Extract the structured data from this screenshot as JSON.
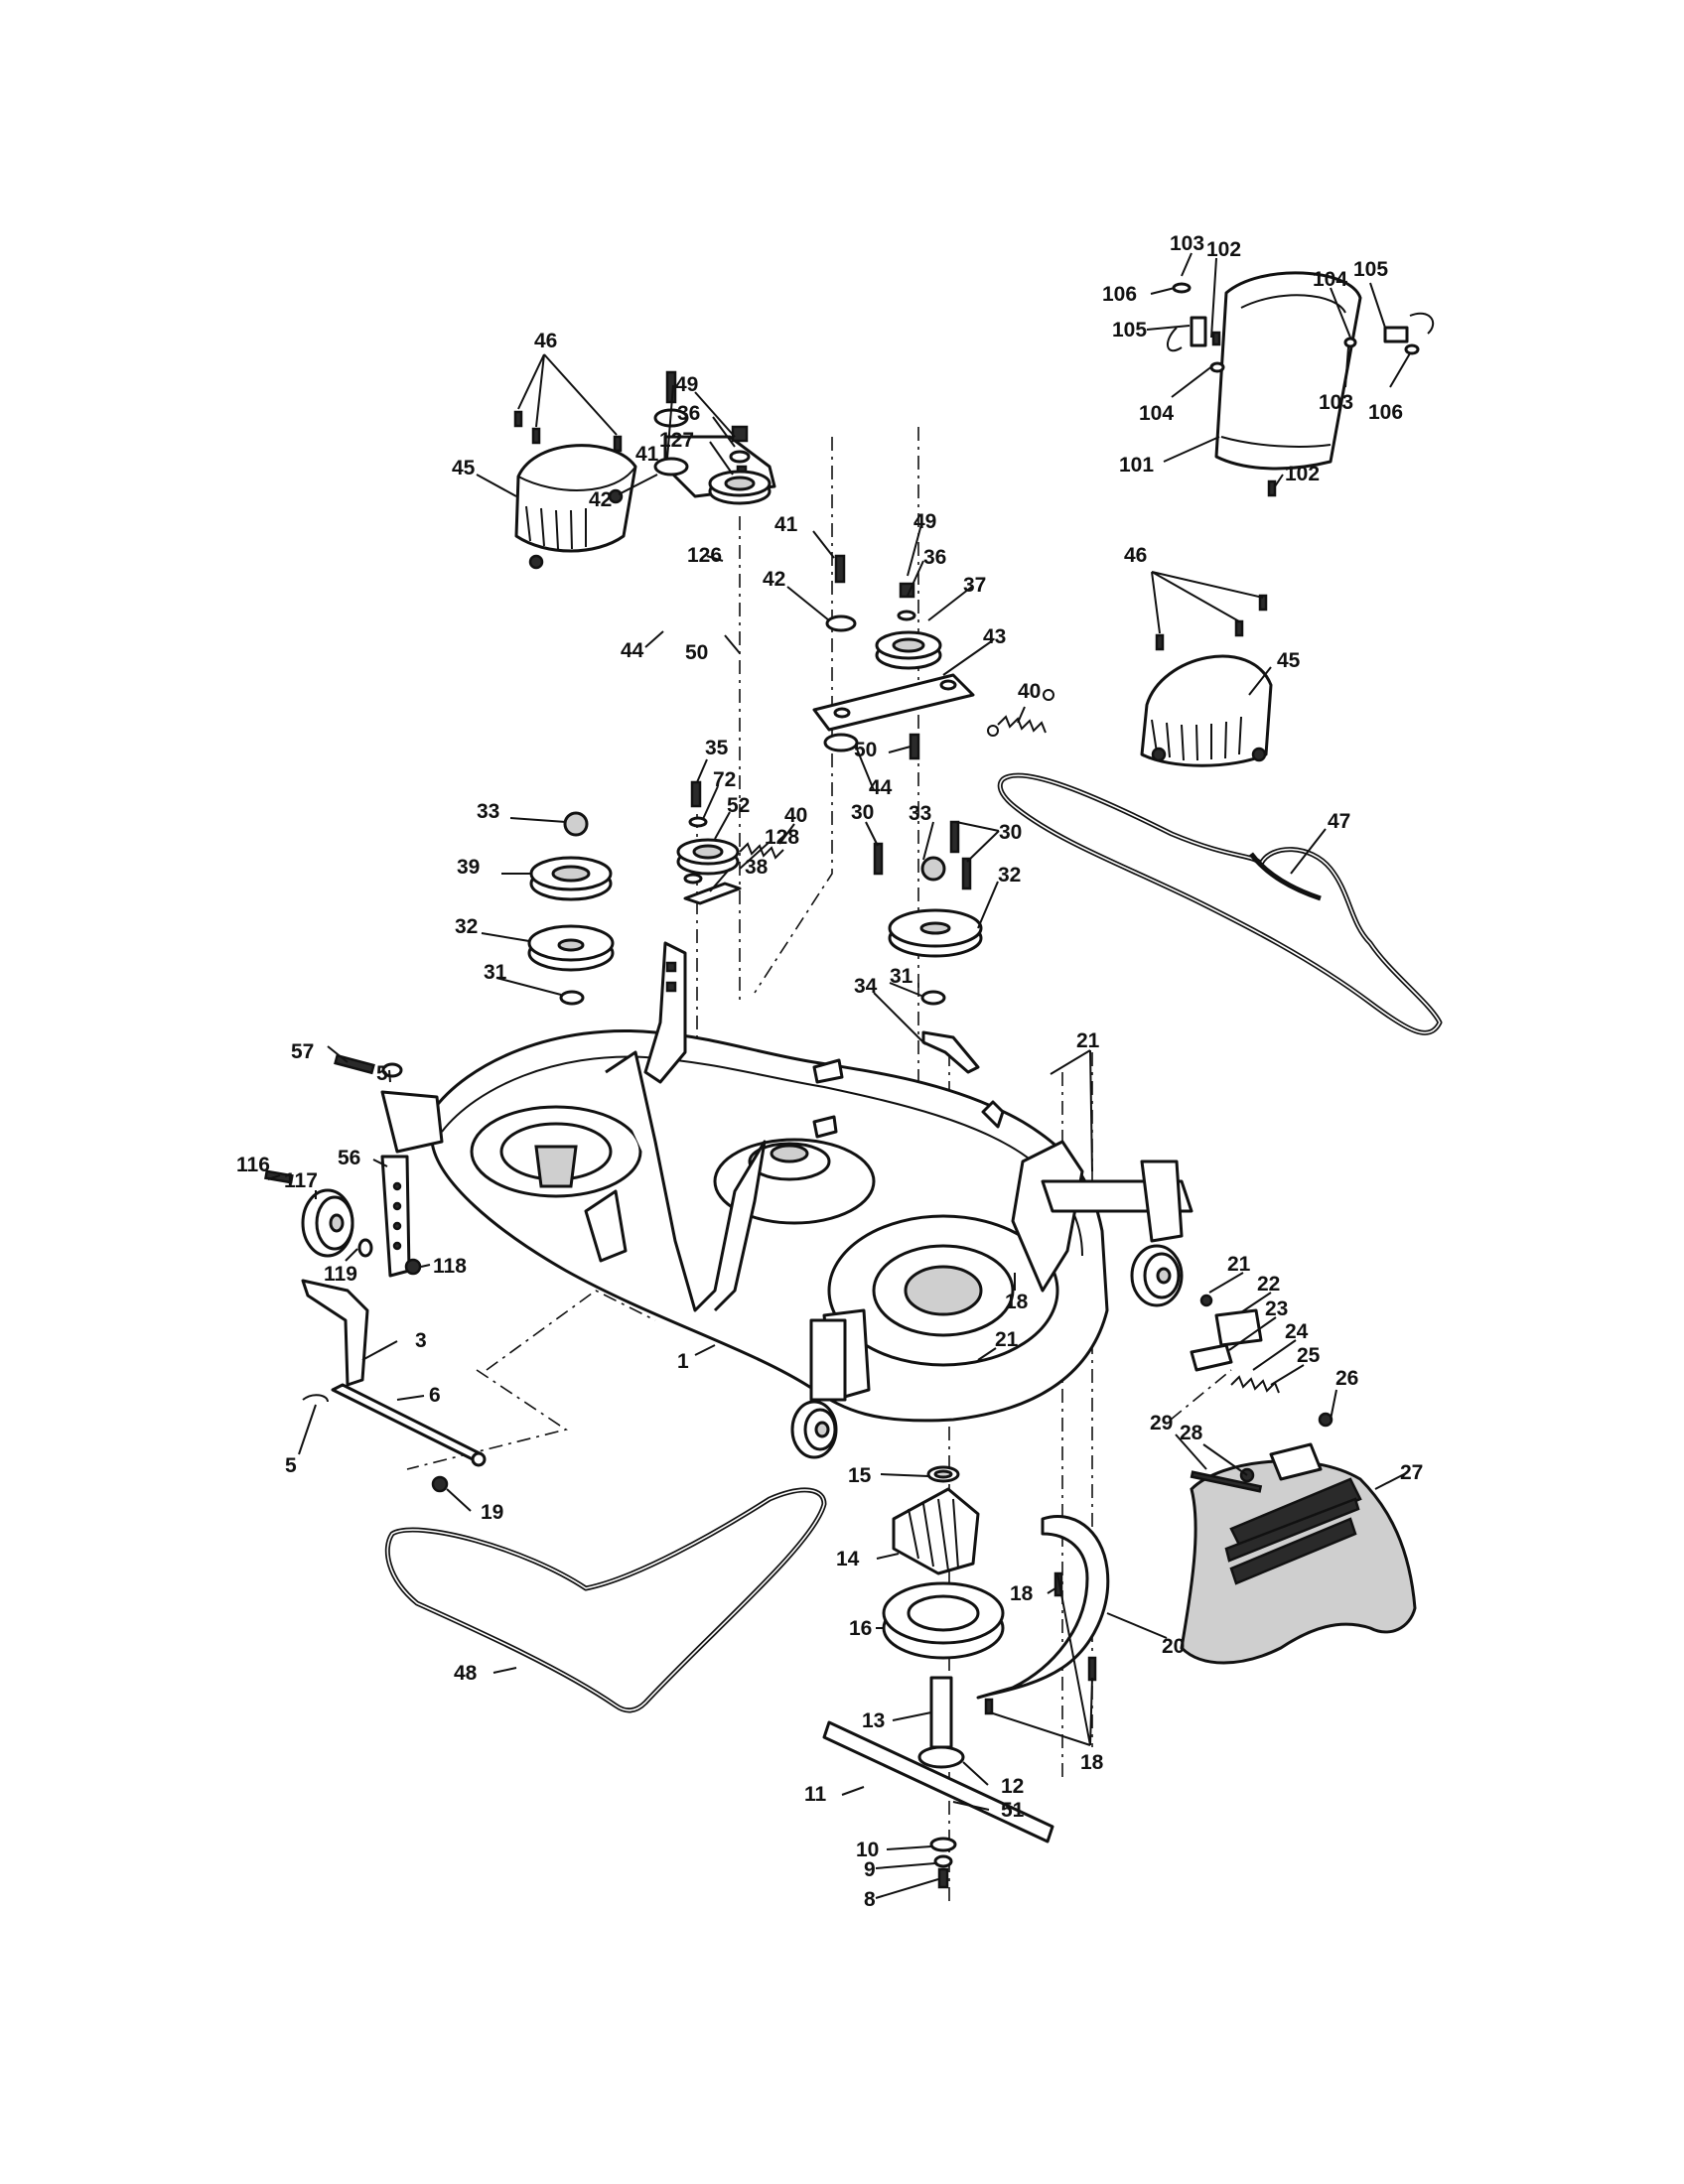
{
  "callouts": [
    {
      "id": "c-46a",
      "text": "46"
    },
    {
      "id": "c-45a",
      "text": "45"
    },
    {
      "id": "c-41a",
      "text": "41"
    },
    {
      "id": "c-42a",
      "text": "42"
    },
    {
      "id": "c-44a",
      "text": "44"
    },
    {
      "id": "c-126",
      "text": "126"
    },
    {
      "id": "c-50a",
      "text": "50"
    },
    {
      "id": "c-49a",
      "text": "49"
    },
    {
      "id": "c-36a",
      "text": "36"
    },
    {
      "id": "c-127",
      "text": "127"
    },
    {
      "id": "c-41b",
      "text": "41"
    },
    {
      "id": "c-42b",
      "text": "42"
    },
    {
      "id": "c-49b",
      "text": "49"
    },
    {
      "id": "c-36b",
      "text": "36"
    },
    {
      "id": "c-37",
      "text": "37"
    },
    {
      "id": "c-43",
      "text": "43"
    },
    {
      "id": "c-40a",
      "text": "40"
    },
    {
      "id": "c-50b",
      "text": "50"
    },
    {
      "id": "c-44b",
      "text": "44"
    },
    {
      "id": "c-35",
      "text": "35"
    },
    {
      "id": "c-72",
      "text": "72"
    },
    {
      "id": "c-52",
      "text": "52"
    },
    {
      "id": "c-40b",
      "text": "40"
    },
    {
      "id": "c-128",
      "text": "128"
    },
    {
      "id": "c-38",
      "text": "38"
    },
    {
      "id": "c-33a",
      "text": "33"
    },
    {
      "id": "c-39",
      "text": "39"
    },
    {
      "id": "c-32a",
      "text": "32"
    },
    {
      "id": "c-31a",
      "text": "31"
    },
    {
      "id": "c-30a",
      "text": "30"
    },
    {
      "id": "c-33b",
      "text": "33"
    },
    {
      "id": "c-30b",
      "text": "30"
    },
    {
      "id": "c-32b",
      "text": "32"
    },
    {
      "id": "c-31b",
      "text": "31"
    },
    {
      "id": "c-34",
      "text": "34"
    },
    {
      "id": "c-103a",
      "text": "103"
    },
    {
      "id": "c-102a",
      "text": "102"
    },
    {
      "id": "c-106a",
      "text": "106"
    },
    {
      "id": "c-105a",
      "text": "105"
    },
    {
      "id": "c-104a",
      "text": "104"
    },
    {
      "id": "c-104b",
      "text": "104"
    },
    {
      "id": "c-105b",
      "text": "105"
    },
    {
      "id": "c-103b",
      "text": "103"
    },
    {
      "id": "c-106b",
      "text": "106"
    },
    {
      "id": "c-101",
      "text": "101"
    },
    {
      "id": "c-102b",
      "text": "102"
    },
    {
      "id": "c-46b",
      "text": "46"
    },
    {
      "id": "c-45b",
      "text": "45"
    },
    {
      "id": "c-47",
      "text": "47"
    },
    {
      "id": "c-5a",
      "text": "5"
    },
    {
      "id": "c-57",
      "text": "57"
    },
    {
      "id": "c-21a",
      "text": "21"
    },
    {
      "id": "c-116",
      "text": "116"
    },
    {
      "id": "c-117",
      "text": "117"
    },
    {
      "id": "c-56",
      "text": "56"
    },
    {
      "id": "c-119",
      "text": "119"
    },
    {
      "id": "c-118",
      "text": "118"
    },
    {
      "id": "c-18a",
      "text": "18"
    },
    {
      "id": "c-21b",
      "text": "21"
    },
    {
      "id": "c-22",
      "text": "22"
    },
    {
      "id": "c-23",
      "text": "23"
    },
    {
      "id": "c-24",
      "text": "24"
    },
    {
      "id": "c-25",
      "text": "25"
    },
    {
      "id": "c-21c",
      "text": "21"
    },
    {
      "id": "c-1",
      "text": "1"
    },
    {
      "id": "c-3",
      "text": "3"
    },
    {
      "id": "c-6",
      "text": "6"
    },
    {
      "id": "c-5b",
      "text": "5"
    },
    {
      "id": "c-19",
      "text": "19"
    },
    {
      "id": "c-26",
      "text": "26"
    },
    {
      "id": "c-28",
      "text": "28"
    },
    {
      "id": "c-29",
      "text": "29"
    },
    {
      "id": "c-27",
      "text": "27"
    },
    {
      "id": "c-15",
      "text": "15"
    },
    {
      "id": "c-14",
      "text": "14"
    },
    {
      "id": "c-18b",
      "text": "18"
    },
    {
      "id": "c-16",
      "text": "16"
    },
    {
      "id": "c-20",
      "text": "20"
    },
    {
      "id": "c-48",
      "text": "48"
    },
    {
      "id": "c-13",
      "text": "13"
    },
    {
      "id": "c-18c",
      "text": "18"
    },
    {
      "id": "c-12",
      "text": "12"
    },
    {
      "id": "c-11",
      "text": "11"
    },
    {
      "id": "c-51",
      "text": "51"
    },
    {
      "id": "c-10",
      "text": "10"
    },
    {
      "id": "c-9",
      "text": "9"
    },
    {
      "id": "c-8",
      "text": "8"
    }
  ]
}
